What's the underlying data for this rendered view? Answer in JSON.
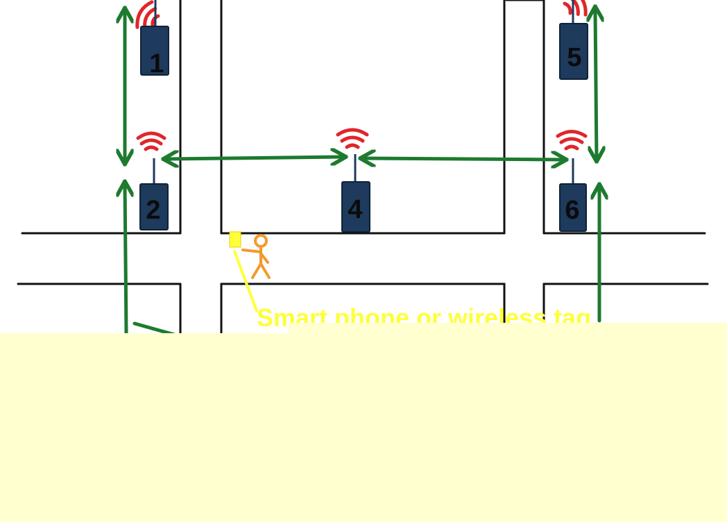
{
  "nodes": [
    {
      "id": "1",
      "label": "1"
    },
    {
      "id": "2",
      "label": "2"
    },
    {
      "id": "4",
      "label": "4"
    },
    {
      "id": "5",
      "label": "5"
    },
    {
      "id": "6",
      "label": "6"
    }
  ],
  "caption": "Smart phone or wireless tag",
  "colors": {
    "arrow": "#1d7a2e",
    "wireless_signal": "#e0262a",
    "device_box": "#1e3a5c",
    "person": "#f39a2b",
    "caption": "#ffff3a",
    "overlay": "#ffffd0"
  }
}
